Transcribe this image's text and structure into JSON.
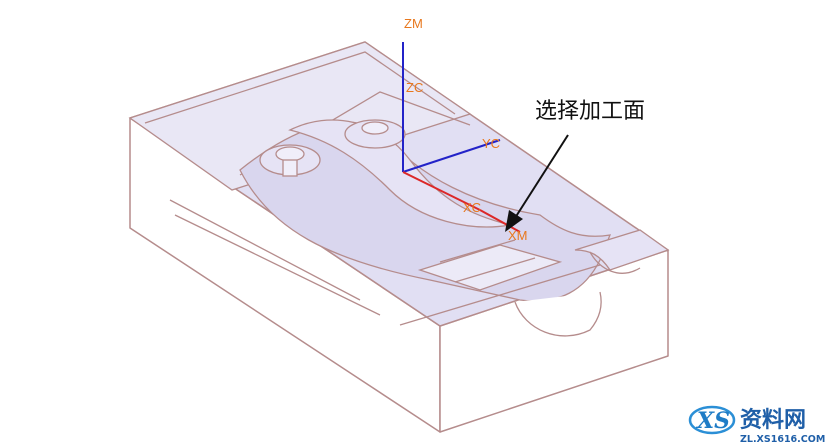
{
  "annotation": {
    "text": "选择加工面"
  },
  "axes": {
    "zm": "ZM",
    "zc": "ZC",
    "yc": "YC",
    "xc": "XC",
    "xm": "XM"
  },
  "watermark": {
    "name": "资料网",
    "url": "ZL.XS1616.COM"
  },
  "colors": {
    "edge": "#b58c8c",
    "face_top": "#e1dff3",
    "face_side": "#ffffff",
    "axis_z": "#2323c8",
    "axis_x": "#dc2828",
    "axis_label": "#e8781e",
    "callout_text": "#111111"
  }
}
